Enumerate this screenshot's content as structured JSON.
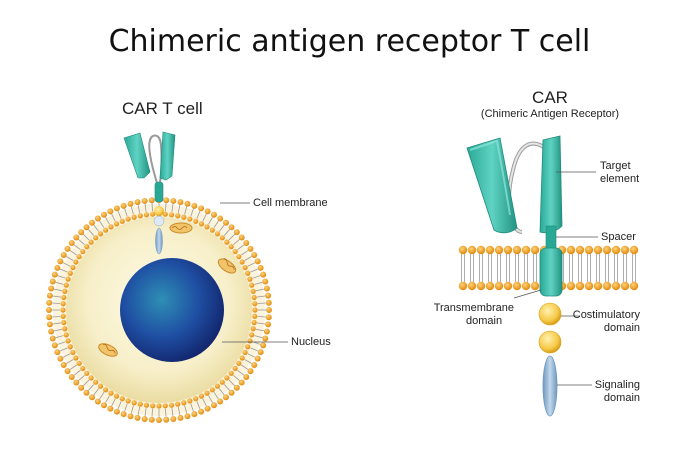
{
  "title": "Chimeric antigen receptor T cell",
  "left_panel": {
    "heading": "CAR T cell",
    "labels": {
      "cell_membrane": "Cell membrane",
      "nucleus": "Nucleus"
    }
  },
  "right_panel": {
    "heading": "CAR",
    "subheading": "(Chimeric Antigen Receptor)",
    "labels": {
      "target_element_1": "Target",
      "target_element_2": "element",
      "spacer": "Spacer",
      "transmembrane_1": "Transmembrane",
      "transmembrane_2": "domain",
      "costimulatory_1": "Costimulatory",
      "costimulatory_2": "domain",
      "signaling_1": "Signaling",
      "signaling_2": "domain"
    }
  },
  "colors": {
    "receptor_teal": "#3dbfae",
    "receptor_dark": "#1f8c7c",
    "lipid_head": "#f5a623",
    "cytoplasm": "#f7efc9",
    "nucleus": "#1f4fa3",
    "costim_yellow": "#f7c948",
    "signal_blue": "#8fb4d6",
    "label_line": "#555555"
  }
}
